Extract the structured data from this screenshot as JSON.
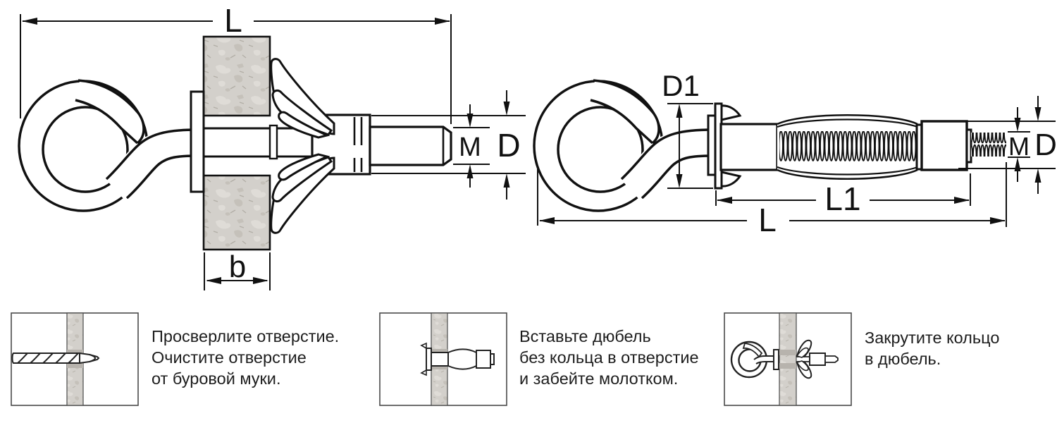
{
  "document": {
    "type": "technical-diagram",
    "subject": "molly anchor with eye ring, installed and standalone views with mounting instructions"
  },
  "colors": {
    "line": "#111111",
    "wall_base": "#d3d0cb",
    "wall_patch_light": "#dfdcd7",
    "wall_patch_dark": "#c5c1ba",
    "wall_speckle": "#b2aea6",
    "hole_shade": "#b7b3ad",
    "panel_border": "#4a4a4a",
    "text": "#1d1d1d"
  },
  "diagram_installed": {
    "name": "anchor installed through wall (side section view)",
    "labels": {
      "total_length": "L",
      "thread_size": "M",
      "anchor_diameter": "D",
      "wall_thickness": "b"
    }
  },
  "diagram_standalone": {
    "name": "anchor standalone (before installation)",
    "labels": {
      "collar_diameter": "D1",
      "thread_size": "M",
      "anchor_diameter": "D",
      "sleeve_length": "L1",
      "total_length": "L"
    }
  },
  "instructions": {
    "steps": [
      {
        "id": 1,
        "icon": "drill-bit-through-wall",
        "lines": [
          "Просверлите отверстие.",
          "Очистите отверстие",
          "от буровой муки."
        ]
      },
      {
        "id": 2,
        "icon": "anchor-sleeve-inserted-in-wall",
        "lines": [
          "Вставьте дюбель",
          "без кольца в отверстие",
          "и забейте молотком."
        ]
      },
      {
        "id": 3,
        "icon": "eye-anchor-expanded-in-wall",
        "lines": [
          "Закрутите кольцо",
          "в дюбель."
        ]
      }
    ]
  }
}
